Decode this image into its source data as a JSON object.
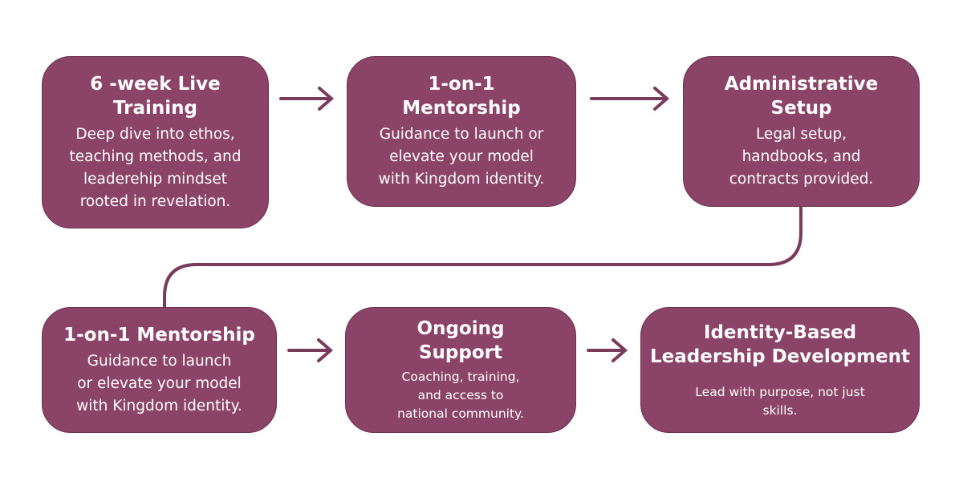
{
  "colors": {
    "box": "#8b4468",
    "arrow": "#7a3a5c"
  },
  "steps": [
    {
      "title": [
        "6 -week Live",
        "Training"
      ],
      "body": [
        "Deep dive into ethos,",
        "teaching methods, and",
        "leaderehip mindset",
        "rooted in revelation."
      ]
    },
    {
      "title": [
        "1-on-1",
        "Mentorship"
      ],
      "body": [
        "Guidance to launch or",
        "elevate your model",
        "with Kingdom identity."
      ]
    },
    {
      "title": [
        "Administrative",
        "Setup"
      ],
      "body": [
        "Legal setup,",
        "handbooks, and",
        "contracts provided."
      ]
    },
    {
      "title": [
        "1-on-1 Mentorship"
      ],
      "body": [
        "Guidance to launch",
        "or elevate your model",
        "with Kingdom identity."
      ]
    },
    {
      "title": [
        "Ongoing",
        "Support"
      ],
      "body": [
        "Coaching, training,",
        "and access to",
        "national community."
      ]
    },
    {
      "title": [
        "Identity-Based",
        "Leadership Development"
      ],
      "body": [
        "Lead with purpose, not just",
        "skills."
      ]
    }
  ]
}
